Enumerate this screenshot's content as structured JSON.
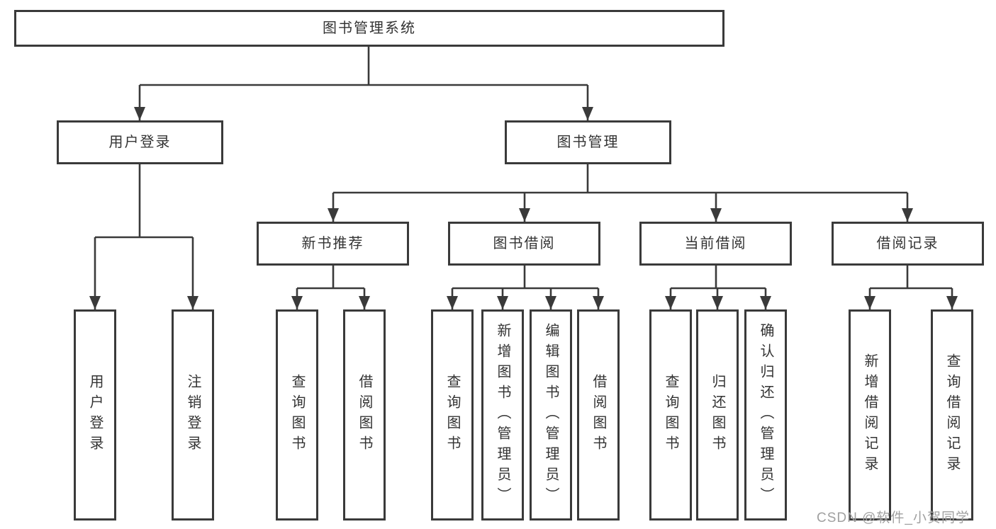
{
  "diagram": {
    "root": {
      "label": "图书管理系统"
    },
    "level2": {
      "user_login": {
        "label": "用户登录"
      },
      "book_mgmt": {
        "label": "图书管理"
      }
    },
    "level3": {
      "new_book_rec": {
        "label": "新书推荐"
      },
      "book_borrow": {
        "label": "图书借阅"
      },
      "current_borrow": {
        "label": "当前借阅"
      },
      "borrow_records": {
        "label": "借阅记录"
      }
    },
    "leaves": {
      "user_login_leaf": {
        "label": "用户登录"
      },
      "logout": {
        "label": "注销登录"
      },
      "rec_query_book": {
        "label": "查询图书"
      },
      "rec_borrow_book": {
        "label": "借阅图书"
      },
      "bb_query_book": {
        "label": "查询图书"
      },
      "bb_add_book": {
        "label": "新增图书（管理员）"
      },
      "bb_edit_book": {
        "label": "编辑图书（管理员）"
      },
      "bb_borrow_book": {
        "label": "借阅图书"
      },
      "cb_query_book": {
        "label": "查询图书"
      },
      "cb_return_book": {
        "label": "归还图书"
      },
      "cb_confirm_return": {
        "label": "确认归还（管理员）"
      },
      "br_add_record": {
        "label": "新增借阅记录"
      },
      "br_query_record": {
        "label": "查询借阅记录"
      }
    }
  },
  "watermark": {
    "text": "CSDN @软件_小贺同学"
  },
  "colors": {
    "line": "#3a3a3a",
    "box_border": "#3a3a3a",
    "text": "#333333",
    "watermark": "#a0a0a0",
    "background": "#ffffff"
  }
}
